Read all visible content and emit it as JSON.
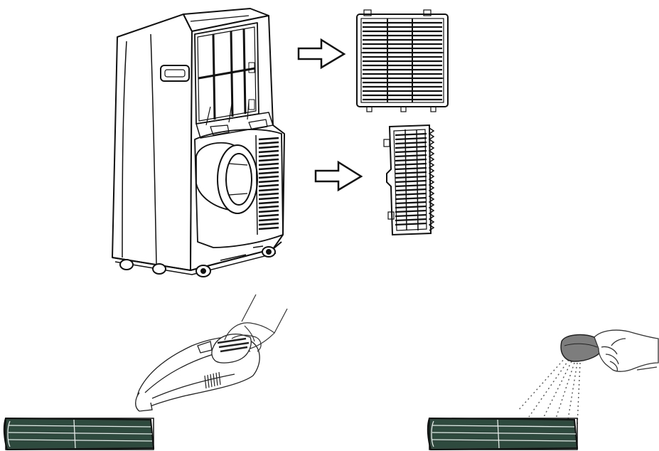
{
  "figure": {
    "panels": [
      {
        "id": "remove-filters",
        "parts": [
          "air-conditioner-unit",
          "upper-filter-grille",
          "lower-filter-grille"
        ]
      },
      {
        "id": "vacuum-cleaning",
        "parts": [
          "handheld-vacuum",
          "hand",
          "filter-strip"
        ]
      },
      {
        "id": "spray-washing",
        "parts": [
          "spray-nozzle",
          "hand",
          "water-spray",
          "filter-strip"
        ]
      }
    ],
    "icons": [
      "arrow-right-icon",
      "arrow-right-icon"
    ],
    "colors": {
      "line": "#111111",
      "filter_mesh": "#2e4a3e",
      "nozzle": "#7d7d7d",
      "hand_outline": "#333333",
      "background": "#ffffff"
    }
  }
}
